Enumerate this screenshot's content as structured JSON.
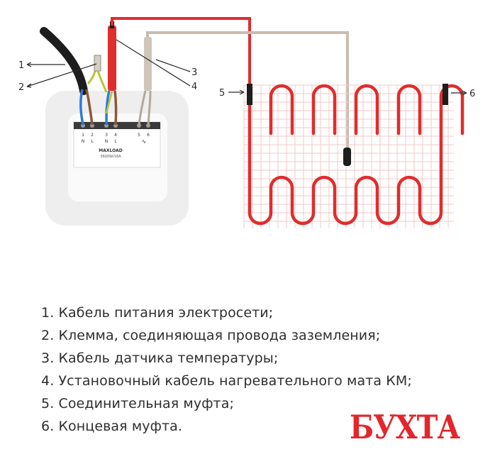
{
  "callouts": {
    "c1": "1",
    "c2": "2",
    "c3": "3",
    "c4": "4",
    "c5": "5",
    "c6": "6"
  },
  "thermostat": {
    "terminal_numbers": [
      "1",
      "2",
      "3",
      "4",
      "5",
      "6"
    ],
    "terminal_labels": [
      "N",
      "L",
      "N",
      "L"
    ],
    "model": "MAXLOAD",
    "rating": "3600W/16A"
  },
  "legend": {
    "items": [
      "1. Кабель питания электросети;",
      "2. Клемма, соединяющая провода заземления;",
      "3. Кабель датчика температуры;",
      "4. Установочный кабель нагревательного мата КМ;",
      "5. Соединительная муфта;",
      "6. Концевая муфта."
    ]
  },
  "brand": {
    "logo_text": "БУХТА"
  },
  "colors": {
    "heating_cable": "#e02d2d",
    "sensor_cable": "#c9bdb0",
    "power_cable": "#1d1d1d",
    "thermostat_body": "#eeeeee",
    "mesh": "#f3c9c7",
    "brand": "#e3262b"
  }
}
